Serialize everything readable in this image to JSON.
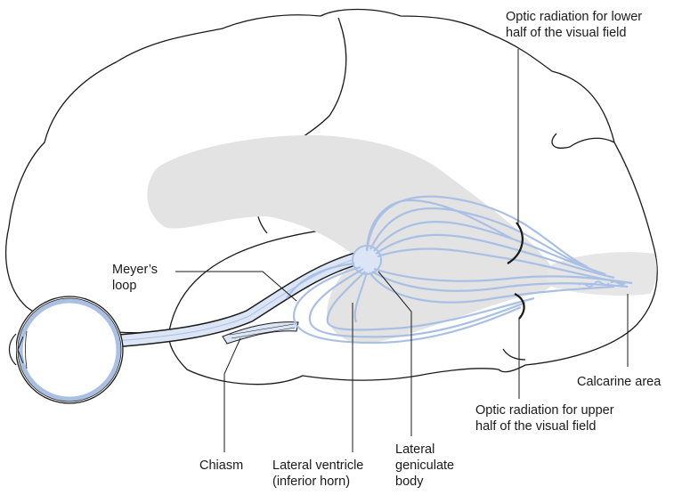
{
  "labels": {
    "optic_radiation_lower": [
      "Optic radiation for lower",
      "half of the visual field"
    ],
    "meyers_loop": [
      "Meyer’s",
      "loop"
    ],
    "calcarine_area": [
      "Calcarine area"
    ],
    "optic_radiation_upper": [
      "Optic radiation for upper",
      "half of the visual field"
    ],
    "chiasm": [
      "Chiasm"
    ],
    "lateral_ventricle": [
      "Lateral ventricle",
      "(inferior horn)"
    ],
    "lateral_geniculate_body": [
      "Lateral",
      "geniculate",
      "body"
    ]
  },
  "colors": {
    "outline": "#1a1a1a",
    "fiber": "#a9c0e4",
    "fiber_fill": "#dbe5f5",
    "ventricle": "#e3e3e3"
  }
}
